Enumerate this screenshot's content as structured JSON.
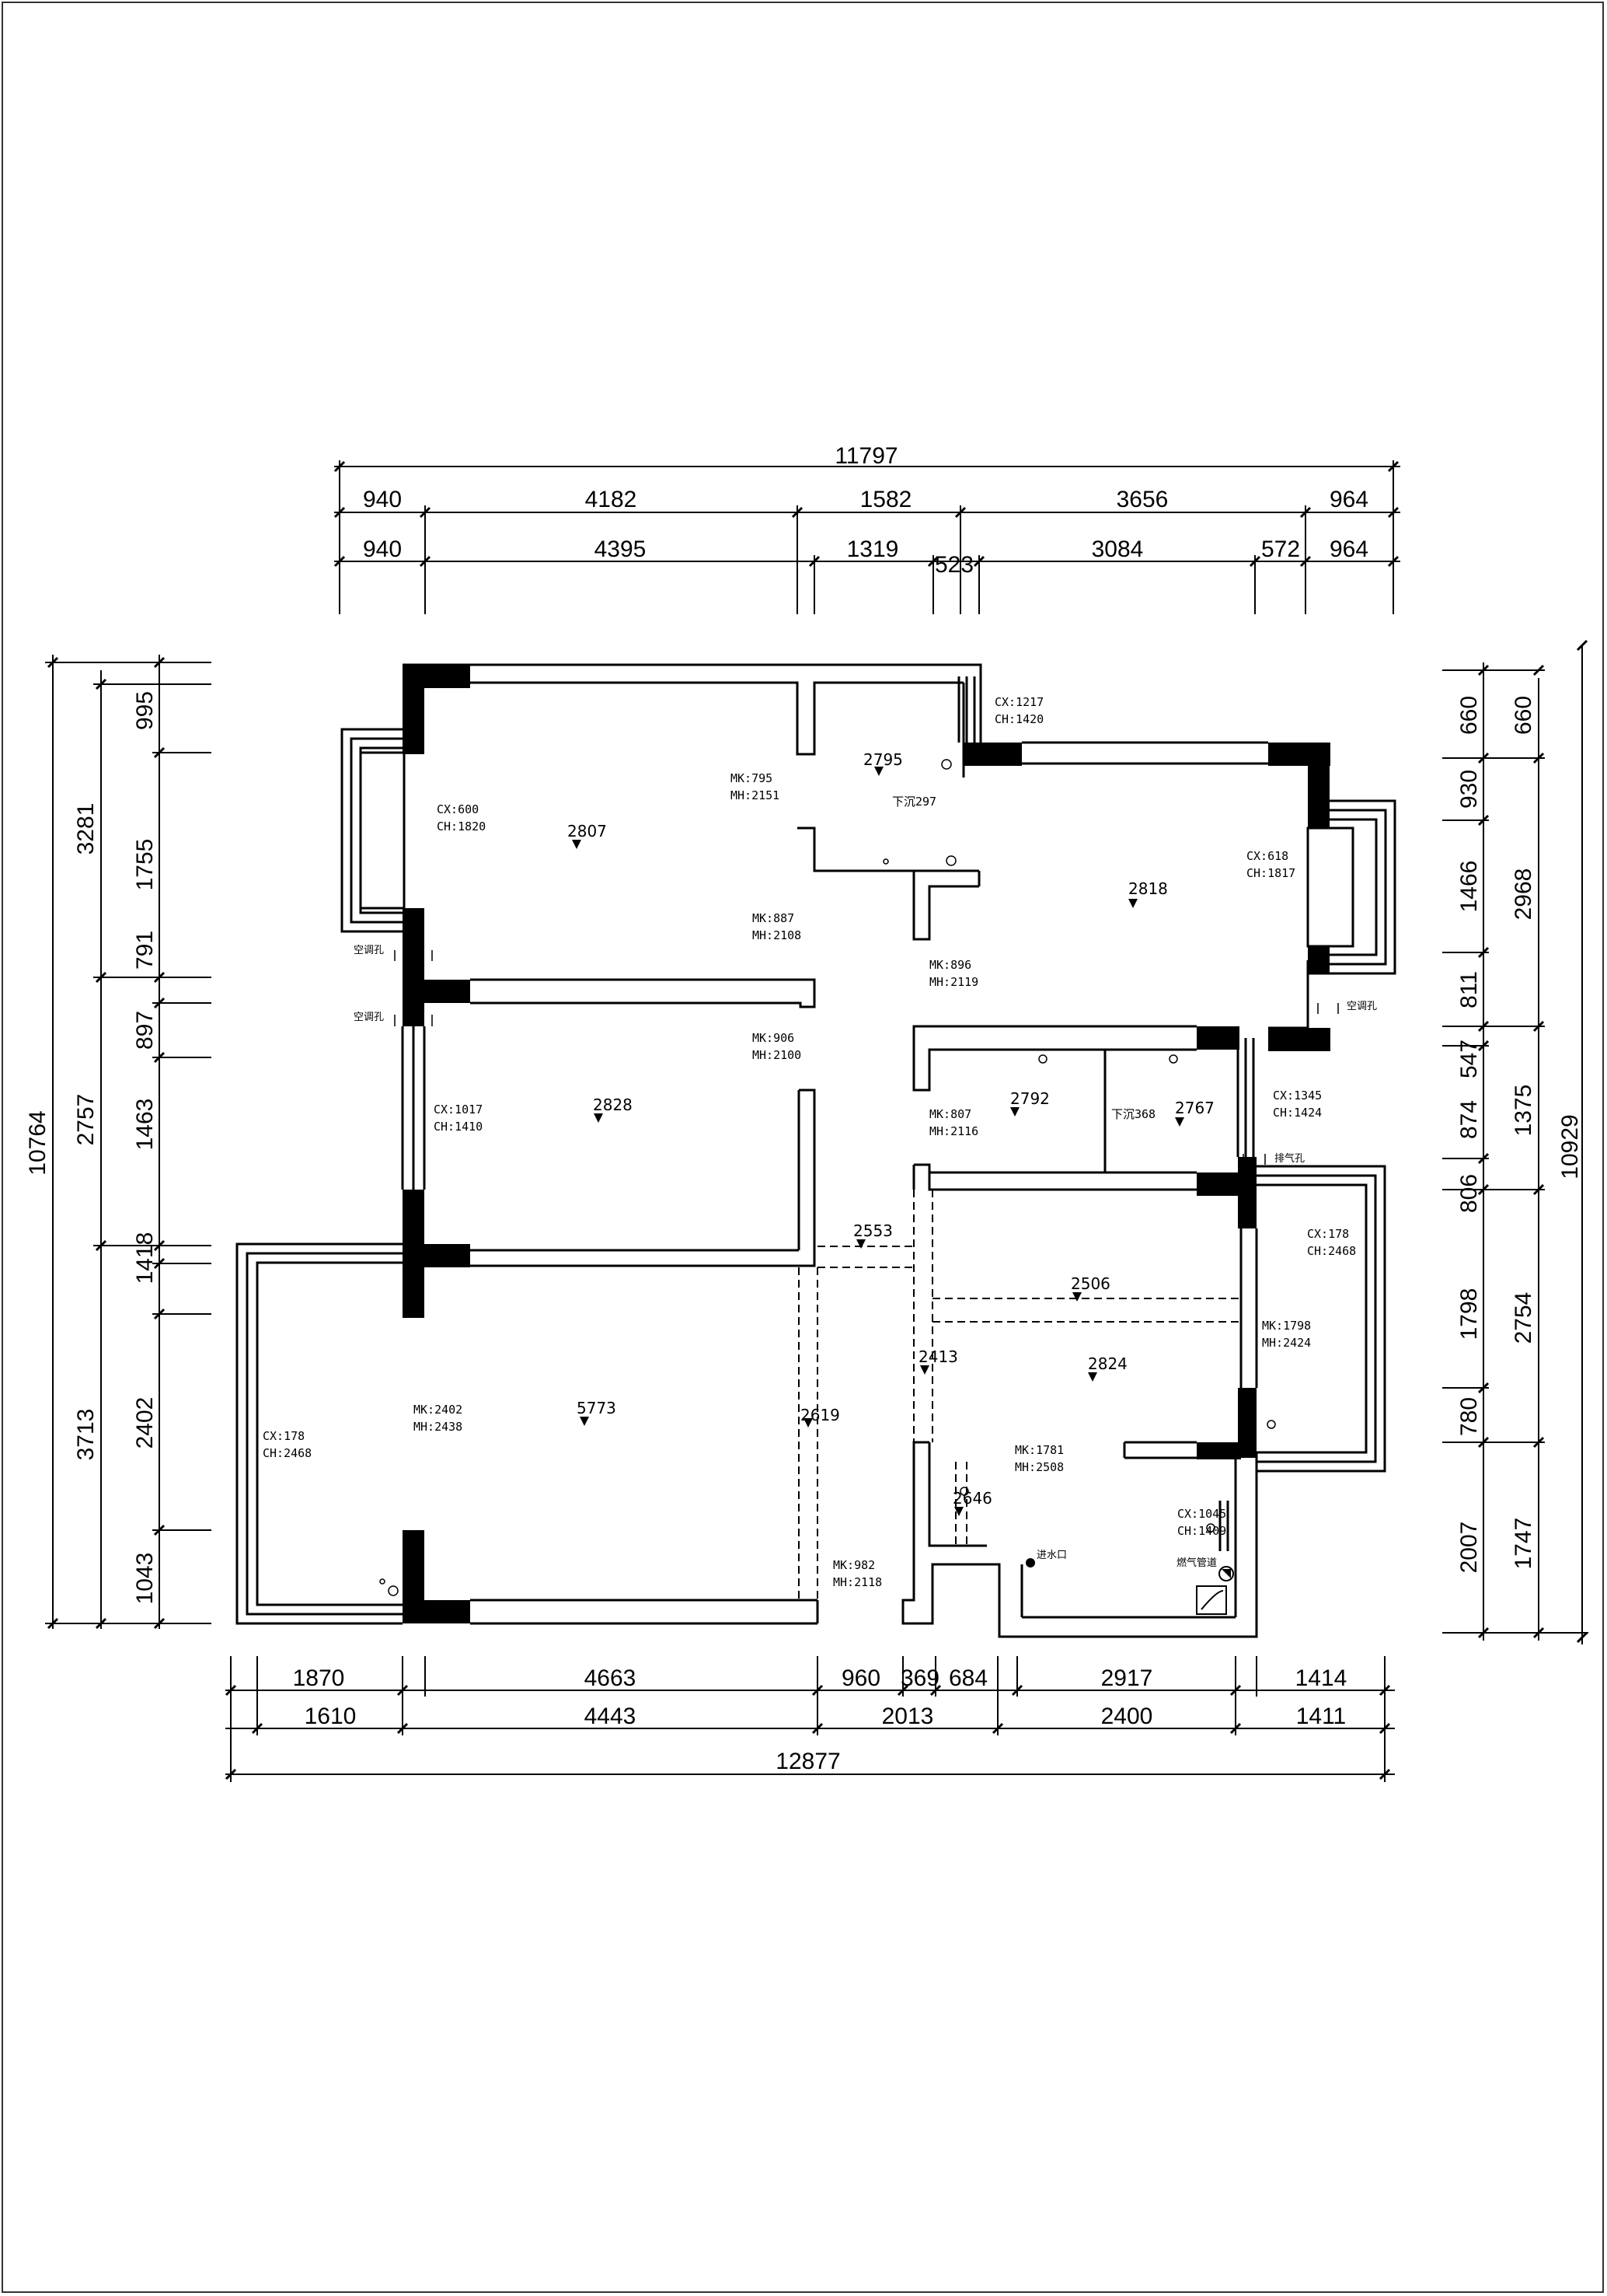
{
  "dims": {
    "top_overall": "11797",
    "top_row1": [
      "940",
      "4182",
      "1582",
      "3656",
      "964"
    ],
    "top_row2": [
      "940",
      "4395",
      "1319",
      "523",
      "3084",
      "572",
      "964"
    ],
    "bottom_row1": [
      "1870",
      "4663",
      "960",
      "369",
      "684",
      "2917",
      "1414"
    ],
    "bottom_row2": [
      "1610",
      "4443",
      "2013",
      "2400",
      "1411"
    ],
    "bottom_overall": "12877",
    "left_overall": "10764",
    "left_row1": [
      "3281",
      "2757",
      "3713"
    ],
    "left_row2": [
      "995",
      "1755",
      "791",
      "897",
      "1463",
      "1418",
      "2402",
      "1043"
    ],
    "right_row1": [
      "660",
      "930",
      "1466",
      "811",
      "547",
      "874",
      "806",
      "1798",
      "780",
      "2007"
    ],
    "right_row2": [
      "660",
      "2968",
      "1375",
      "2754",
      "1747"
    ],
    "right_overall": "10929"
  },
  "levels": [
    "2807",
    "2795",
    "2818",
    "2828",
    "2792",
    "2767",
    "2553",
    "2506",
    "2413",
    "2824",
    "5773",
    "2619",
    "2646"
  ],
  "notes": {
    "cx1217": "CX:1217",
    "ch1420": "CH:1420",
    "cx600": "CX:600",
    "ch1820": "CH:1820",
    "mk795": "MK:795",
    "mh2151": "MH:2151",
    "sink297": "下沉297",
    "cx618": "CX:618",
    "ch1817": "CH:1817",
    "mk887": "MK:887",
    "mh2108": "MH:2108",
    "mk896": "MK:896",
    "mh2119": "MH:2119",
    "mk906": "MK:906",
    "mh2100": "MH:2100",
    "cx1017": "CX:1017",
    "ch1410": "CH:1410",
    "mk807": "MK:807",
    "mh2116": "MH:2116",
    "sink368": "下沉368",
    "cx1345": "CX:1345",
    "ch1424": "CH:1424",
    "cx178a": "CX:178",
    "ch2468a": "CH:2468",
    "mk1798": "MK:1798",
    "mh2424": "MH:2424",
    "mk2402": "MK:2402",
    "mh2438": "MH:2438",
    "cx178b": "CX:178",
    "ch2468b": "CH:2468",
    "mk1781": "MK:1781",
    "mh2508": "MH:2508",
    "cx1045": "CX:1045",
    "ch1409": "CH:1409",
    "mk982": "MK:982",
    "mh2118": "MH:2118",
    "ac_hole": "空调孔",
    "vent_hole": "排气孔",
    "water_inlet": "进水口",
    "gas_pipe": "燃气管道"
  }
}
